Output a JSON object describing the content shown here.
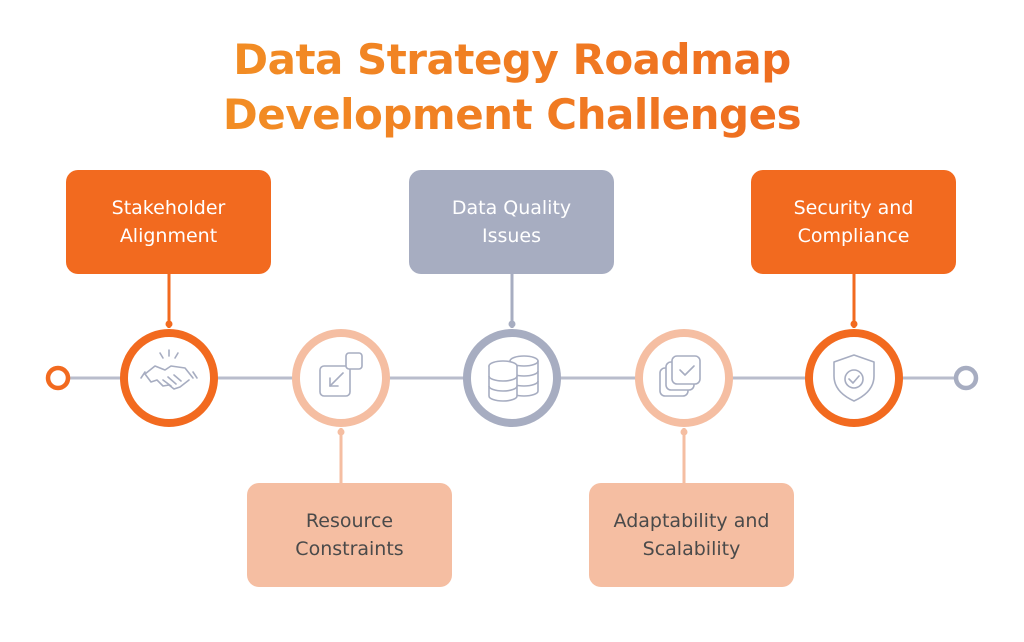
{
  "title": {
    "line1": "Data Strategy Roadmap",
    "line2": "Development Challenges"
  },
  "challenges": [
    {
      "line1": "Stakeholder",
      "line2": "Alignment",
      "icon": "handshake-icon"
    },
    {
      "line1": "Resource",
      "line2": "Constraints",
      "icon": "resize-icon"
    },
    {
      "line1": "Data Quality",
      "line2": "Issues",
      "icon": "database-icon"
    },
    {
      "line1": "Adaptability and",
      "line2": "Scalability",
      "icon": "layers-check-icon"
    },
    {
      "line1": "Security and",
      "line2": "Compliance",
      "icon": "shield-check-icon"
    }
  ],
  "colors": {
    "title_start": "#f39a26",
    "title_end": "#ec5f1e",
    "dark_orange": "#f26a1f",
    "grey": "#a7adc1",
    "peach": "#f5bea2",
    "line": "#b9bdcc"
  }
}
